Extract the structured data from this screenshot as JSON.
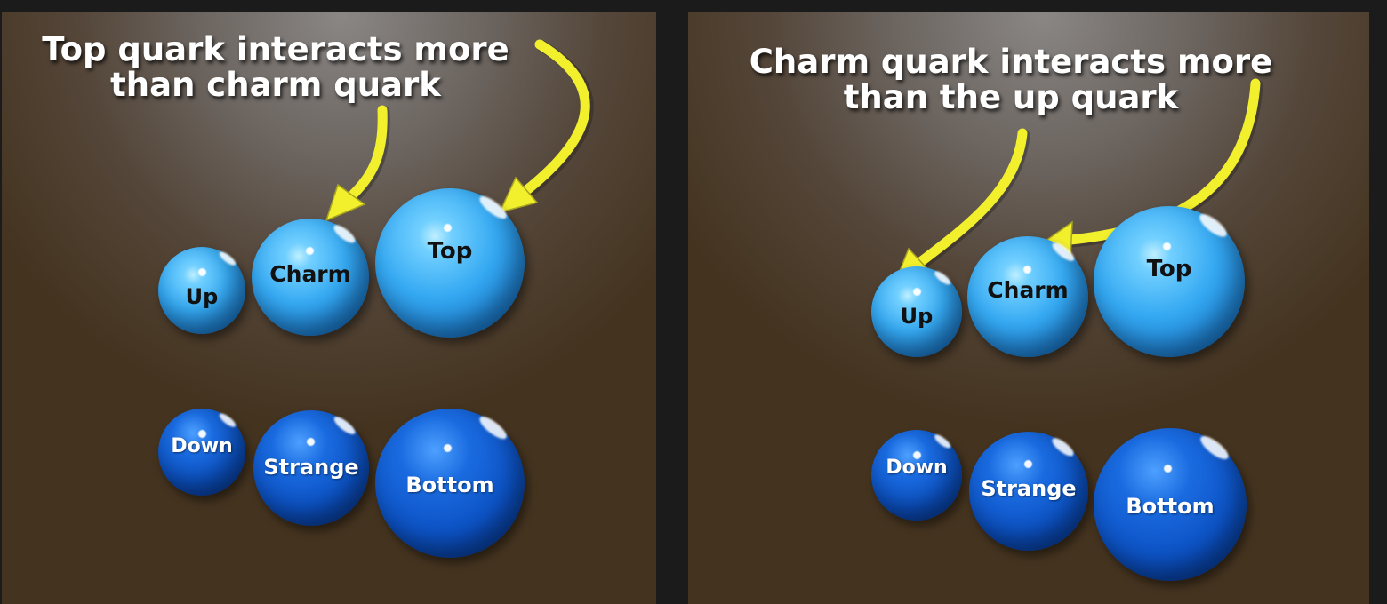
{
  "panels": [
    {
      "title_line1": "Top quark interacts more",
      "title_line2": "than charm quark",
      "quarks": {
        "up": "Up",
        "charm": "Charm",
        "top": "Top",
        "down": "Down",
        "strange": "Strange",
        "bottom": "Bottom"
      }
    },
    {
      "title_line1": "Charm quark interacts more",
      "title_line2": "than the up quark",
      "quarks": {
        "up": "Up",
        "charm": "Charm",
        "top": "Top",
        "down": "Down",
        "strange": "Strange",
        "bottom": "Bottom"
      }
    }
  ],
  "colors": {
    "arrow": "#f2ef2c",
    "up_type_quark": "#35a9f2",
    "down_type_quark": "#0c52c4"
  }
}
